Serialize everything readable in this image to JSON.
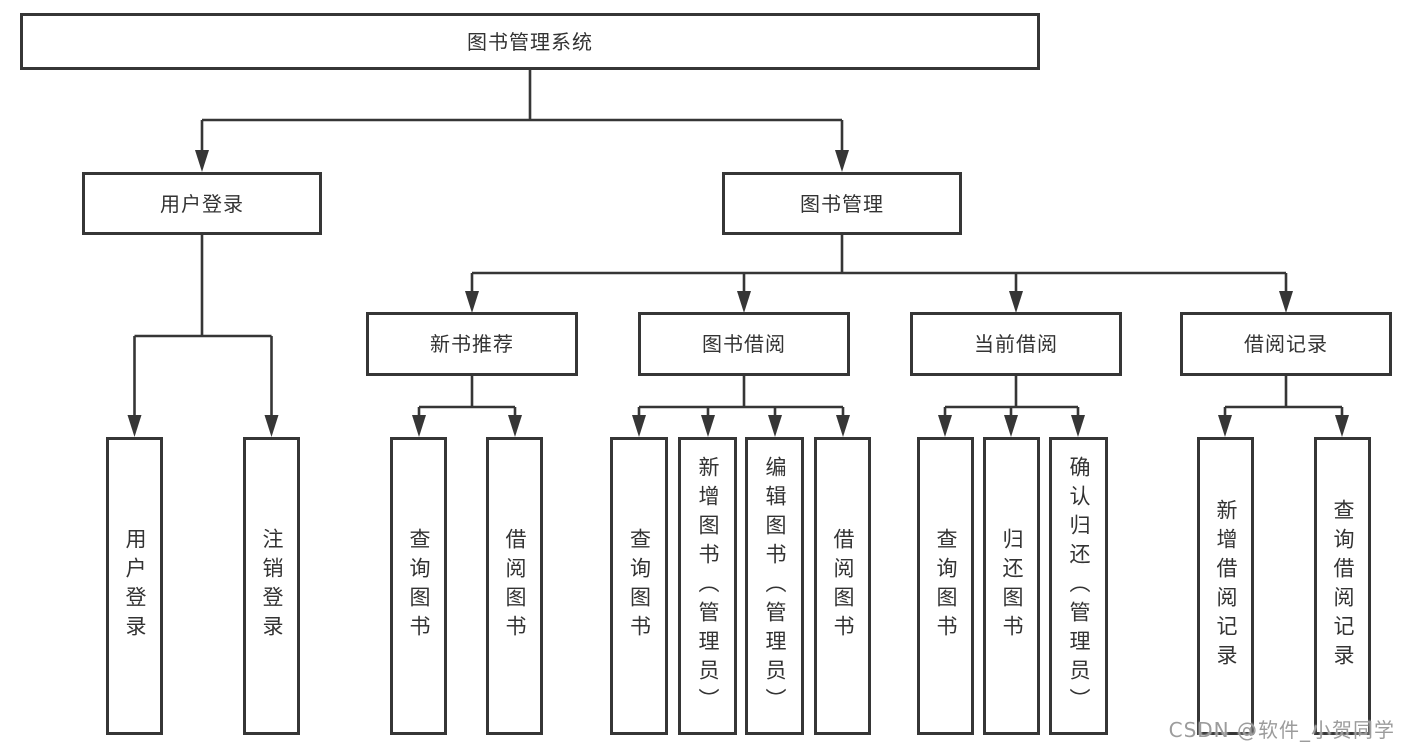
{
  "tree": {
    "root": {
      "label": "图书管理系统"
    },
    "children": [
      {
        "label": "用户登录",
        "children": [
          {
            "label": "用户登录"
          },
          {
            "label": "注销登录"
          }
        ]
      },
      {
        "label": "图书管理",
        "children": [
          {
            "label": "新书推荐",
            "children": [
              {
                "label": "查询图书"
              },
              {
                "label": "借阅图书"
              }
            ]
          },
          {
            "label": "图书借阅",
            "children": [
              {
                "label": "查询图书"
              },
              {
                "label": "新增图书（管理员）"
              },
              {
                "label": "编辑图书（管理员）"
              },
              {
                "label": "借阅图书"
              }
            ]
          },
          {
            "label": "当前借阅",
            "children": [
              {
                "label": "查询图书"
              },
              {
                "label": "归还图书"
              },
              {
                "label": "确认归还（管理员）"
              }
            ]
          },
          {
            "label": "借阅记录",
            "children": [
              {
                "label": "新增借阅记录"
              },
              {
                "label": "查询借阅记录"
              }
            ]
          }
        ]
      }
    ]
  },
  "watermark": {
    "text": "CSDN @软件_小贺同学"
  },
  "colors": {
    "line": "#363636",
    "box_border": "#363636",
    "text": "#333333",
    "watermark": "#9c9c9c",
    "background": "#ffffff"
  }
}
